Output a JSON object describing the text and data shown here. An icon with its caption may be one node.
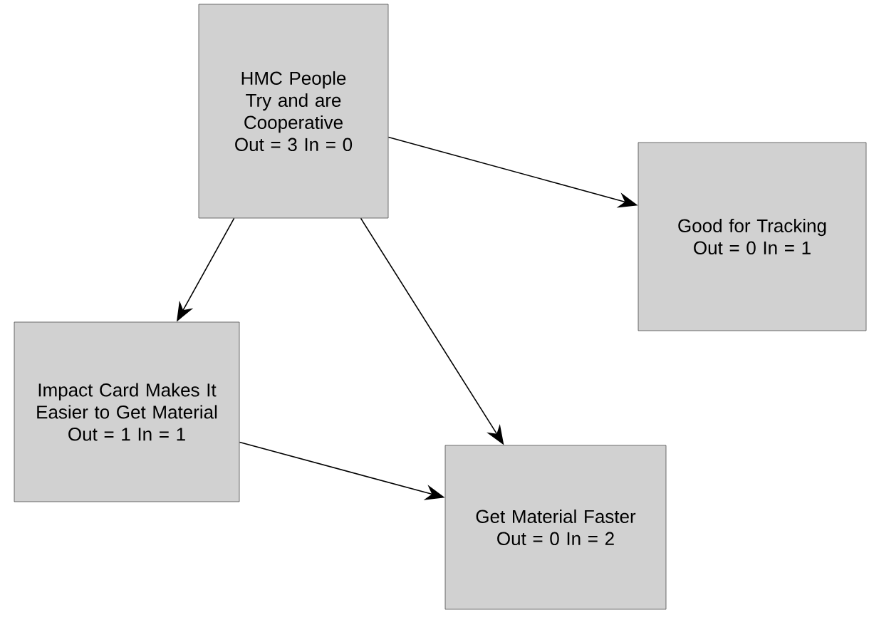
{
  "diagram": {
    "nodes": [
      {
        "text": [
          "HMC People Try and are Cooperative",
          "Out = 3 In = 0"
        ]
      },
      {
        "text": [
          "Good for Tracking",
          "Out = 0 In = 1"
        ]
      },
      {
        "text": [
          "Impact Card Makes It Easier to Get Material",
          "Out = 1 In = 1"
        ]
      },
      {
        "text": [
          "Get Material Faster",
          "Out = 0 In = 2"
        ]
      }
    ],
    "edges": [
      {
        "from": 0,
        "to": 1,
        "arrow": "to"
      },
      {
        "from": 0,
        "to": 2,
        "arrow": "to"
      },
      {
        "from": 0,
        "to": 3,
        "arrow": "to"
      },
      {
        "from": 2,
        "to": 3,
        "arrow": "to"
      }
    ]
  }
}
